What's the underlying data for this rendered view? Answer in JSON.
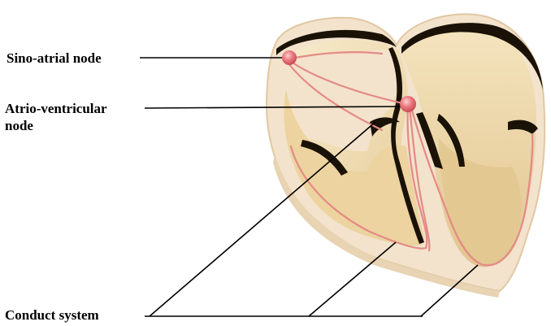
{
  "labels": {
    "sino_atrial": "Sino-atrial node",
    "atrio_ventricular_line1": "Atrio-ventricular",
    "atrio_ventricular_line2": "node",
    "conduct_system": "Conduct system"
  },
  "colors": {
    "tissue_outer": "#f3e3cc",
    "tissue_edge": "#e7cfae",
    "chamber": "#ecd6a6",
    "chamber_light": "#f6e9c8",
    "shadow": "#1a1206",
    "conduction": "#e58a86",
    "node": "#e4676e",
    "leader": "#000000"
  }
}
